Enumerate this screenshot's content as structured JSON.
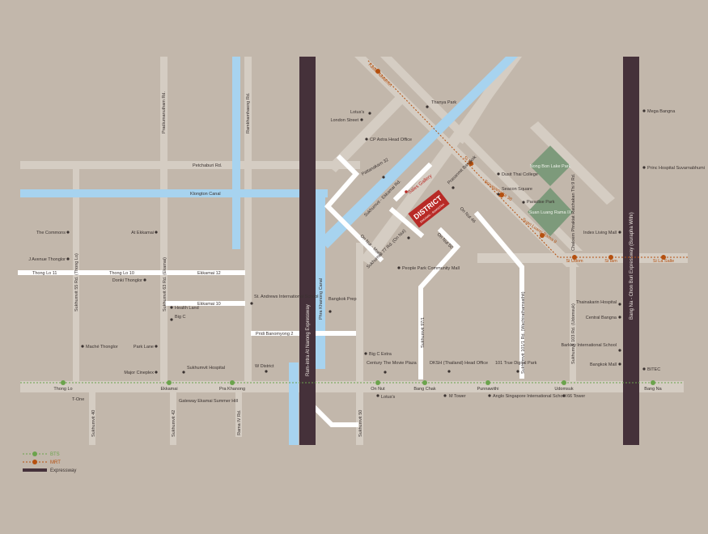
{
  "colors": {
    "background": "#c2b7ab",
    "road": "#d5cdc3",
    "water": "#a7d3ef",
    "expressway": "#45313a",
    "bts": "#6ba34c",
    "mrt": "#b5500f",
    "park": "#7d9a7b",
    "district": "#b82a26"
  },
  "district": {
    "name": "DISTRICT",
    "sub": "EKKAMAI - RAMINTRA",
    "sales_gallery": "Sales Gallery"
  },
  "legend": {
    "bts": "BTS",
    "mrt": "MRT",
    "expressway": "Expressway"
  },
  "expressways": {
    "ramintra": "Ram-intra At Narong Expressway",
    "bangna": "Bang Na - Chon Buri Expressway (Burapha Withi)"
  },
  "canals": {
    "klongton": "Klongton Canal",
    "phra_khanong": "Phra Khanong Canal"
  },
  "bts_stations": {
    "thong_lo": "Thong Lo",
    "ekkamai": "Ekkamai",
    "phra_khanong": "Pra Khanong",
    "on_nut": "On Nut",
    "bang_chak": "Bang Chak",
    "punnawithi": "Punnawithi",
    "udomsuk": "Udomsuk",
    "bang_na": "Bang Na"
  },
  "mrt_stations": {
    "kaset": "Kaset Nawamin",
    "si_nut": "Si Nut",
    "srinagarindra": "Srinagarindra 38",
    "suan_luang": "Suan Luang Rama 9",
    "si_udom": "Si Udom",
    "si_iam": "Si Iam",
    "si_la_salle": "Si La Salle"
  },
  "roads": {
    "pridiphanom": "Pradiumanutham Rd.",
    "ramkhamhaeng": "Ramkhamhaeng Rd.",
    "petchaburi": "Petchaburi Rd.",
    "thonglo_soi": "Sukhumvit 55 Rd. (Thong Lo)",
    "ekkamai_soi": "Sukhumvit 63 Rd. (Ekamai)",
    "thonglo10": "Thong Lo 10",
    "thonglo11": "Thong Lo 11",
    "ekkamai12": "Ekkamai 12",
    "ekkamai10": "Ekkamai 10",
    "pridi": "Pridi Banomyong 2",
    "pattanakarn": "Pattanakarn 32",
    "sukhumvit77": "Sukhumvit 77 Rd. (On Nut)",
    "onnut44": "On Nut 44",
    "onnut46": "On Nut 46",
    "onnut50": "On Nut 50",
    "onnut_mid": "On Nut - Mako",
    "sukhumvit_on_nut_rd": "Sukhumvit 97/1",
    "sukhumvit101": "Sukhumvit 101/1 Rd. (Wachirathamsathit)",
    "sukhumvit103": "Sukhumvit 103 Rd. (Udomsuk)",
    "chaloem": "Chaloem Phrakiat Ratchakan Thi 9 Rd.",
    "srinagarindra_rd": "Srinakarin Rd.",
    "sukhumvit40": "Sukhumvit 40",
    "sukhumvit42": "Sukhumvit 42",
    "rama4": "Rama IV Rd.",
    "sukhumvit50": "Sukhumvit 50",
    "sukhumvit_kasem": "Sukhumvit - Ekkamai Rd.",
    "sukhumvit_ramintra": "Sukhumvit Suan Luang"
  },
  "parks": {
    "nong_bon": "Nong Bon Lake Park",
    "suan_luang": "Suan Luang Rama IX"
  },
  "poi": {
    "the_commons": "The Commons",
    "j_avenue": "J Avenue Thonglor",
    "at_ekkamai": "At Ekkamai",
    "donki": "Donki Thonglor",
    "health_land": "Health Land",
    "big_c": "Big C",
    "st_andrews": "St. Andrews International School",
    "mache": "Maché Thonglor",
    "park_lane": "Park Lane",
    "major": "Major Cineplex",
    "sukhumvit_hospital": "Sukhumvit Hospital",
    "w_district": "W District",
    "t_one": "T-One",
    "gateway": "Gateway Ekamai",
    "summer_hill": "Summer Hill",
    "lotus_top": "Lotus's",
    "london_street": "London Street",
    "cp_axtra": "CP Axtra Head Office",
    "thanya": "Thanya Park",
    "dusit": "Dusit Thai College",
    "seacon": "Seacon Square",
    "paradise": "Paradise Park",
    "prasanmit": "Prasanmit Bangkok",
    "people_park": "People Park Community Mall",
    "bangkok_prep": "Bangkok Prep",
    "big_c_extra": "Big C Extra",
    "century": "Century The Movie Plaza",
    "dksh": "DKSH (Thailand) Head Office",
    "true_park": "101 True Digital Park",
    "lotus_bottom": "Lotus's",
    "m_tower": "M Tower",
    "anglo": "Anglo Singapore International School",
    "tower66": "66 Tower",
    "mega": "Mega Bangna",
    "princ": "Princ Hospital Suvarnabhumi",
    "index": "Index Living Mall",
    "thainakarin": "Thainakarin Hospital",
    "central": "Central Bangna",
    "barkley": "Barkley International School",
    "bangkok_mall": "Bangkok Mall",
    "bitec": "BITEC"
  }
}
